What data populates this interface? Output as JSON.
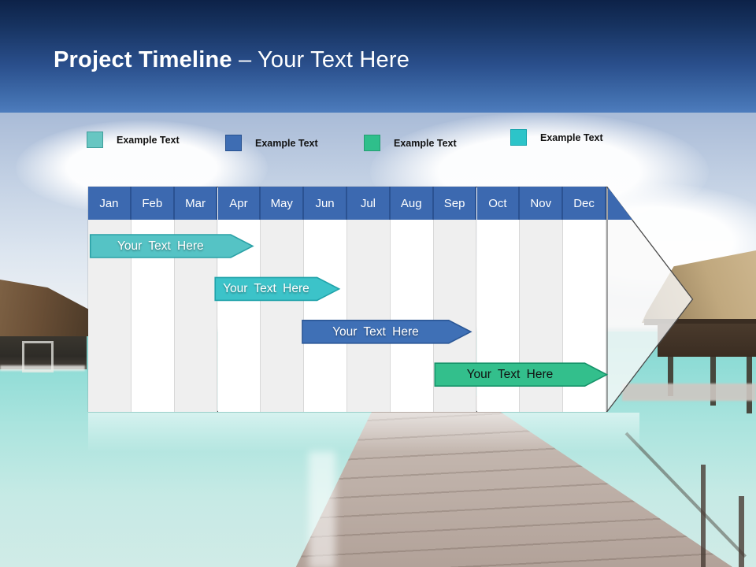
{
  "slide": {
    "title_emphasis": "Project Timeline",
    "title_rest": " – Your Text Here",
    "band_color_top": "#0d2248",
    "band_color_bottom": "#4d7cbd"
  },
  "legend": {
    "items": [
      {
        "label": "Example Text",
        "color": "#67c6c2",
        "border": "#3f9e9b"
      },
      {
        "label": "Example Text",
        "color": "#3e6db3",
        "border": "#28518f"
      },
      {
        "label": "Example Text",
        "color": "#2fbf8b",
        "border": "#259d72"
      },
      {
        "label": "Example Text",
        "color": "#2cc4c9",
        "border": "#13a3ab"
      }
    ]
  },
  "chart_data": {
    "type": "bar",
    "subtype": "gantt-timeline-arrow",
    "title": "",
    "categories": [
      "Jan",
      "Feb",
      "Mar",
      "Apr",
      "May",
      "Jun",
      "Jul",
      "Aug",
      "Sep",
      "Oct",
      "Nov",
      "Dec"
    ],
    "header_fill": "#3c69b0",
    "header_divider": "#2b5292",
    "header_text_color": "#ffffff",
    "stripe_colors": [
      "#efefef",
      "#ffffff"
    ],
    "axis_range_months": [
      0,
      12
    ],
    "grid": true,
    "tasks": [
      {
        "label": "Your Text Here",
        "row": 0,
        "start_month": 0.05,
        "end_month": 3.3,
        "fill": "#55c3c5",
        "stroke": "#2aa1a6",
        "text_color": "#ffffff"
      },
      {
        "label": "Your Text Here",
        "row": 1,
        "start_month": 2.94,
        "end_month": 5.3,
        "fill": "#3cc3c9",
        "stroke": "#1fa2a9",
        "text_color": "#ffffff"
      },
      {
        "label": "Your Text Here",
        "row": 2,
        "start_month": 4.96,
        "end_month": 8.35,
        "fill": "#3f70b6",
        "stroke": "#2b5796",
        "text_color": "#ffffff"
      },
      {
        "label": "Your Text Here",
        "row": 3,
        "start_month": 8.03,
        "end_month": 11.5,
        "fill": "#33bf8c",
        "stroke": "#159269",
        "text_color": "#111111"
      }
    ]
  }
}
